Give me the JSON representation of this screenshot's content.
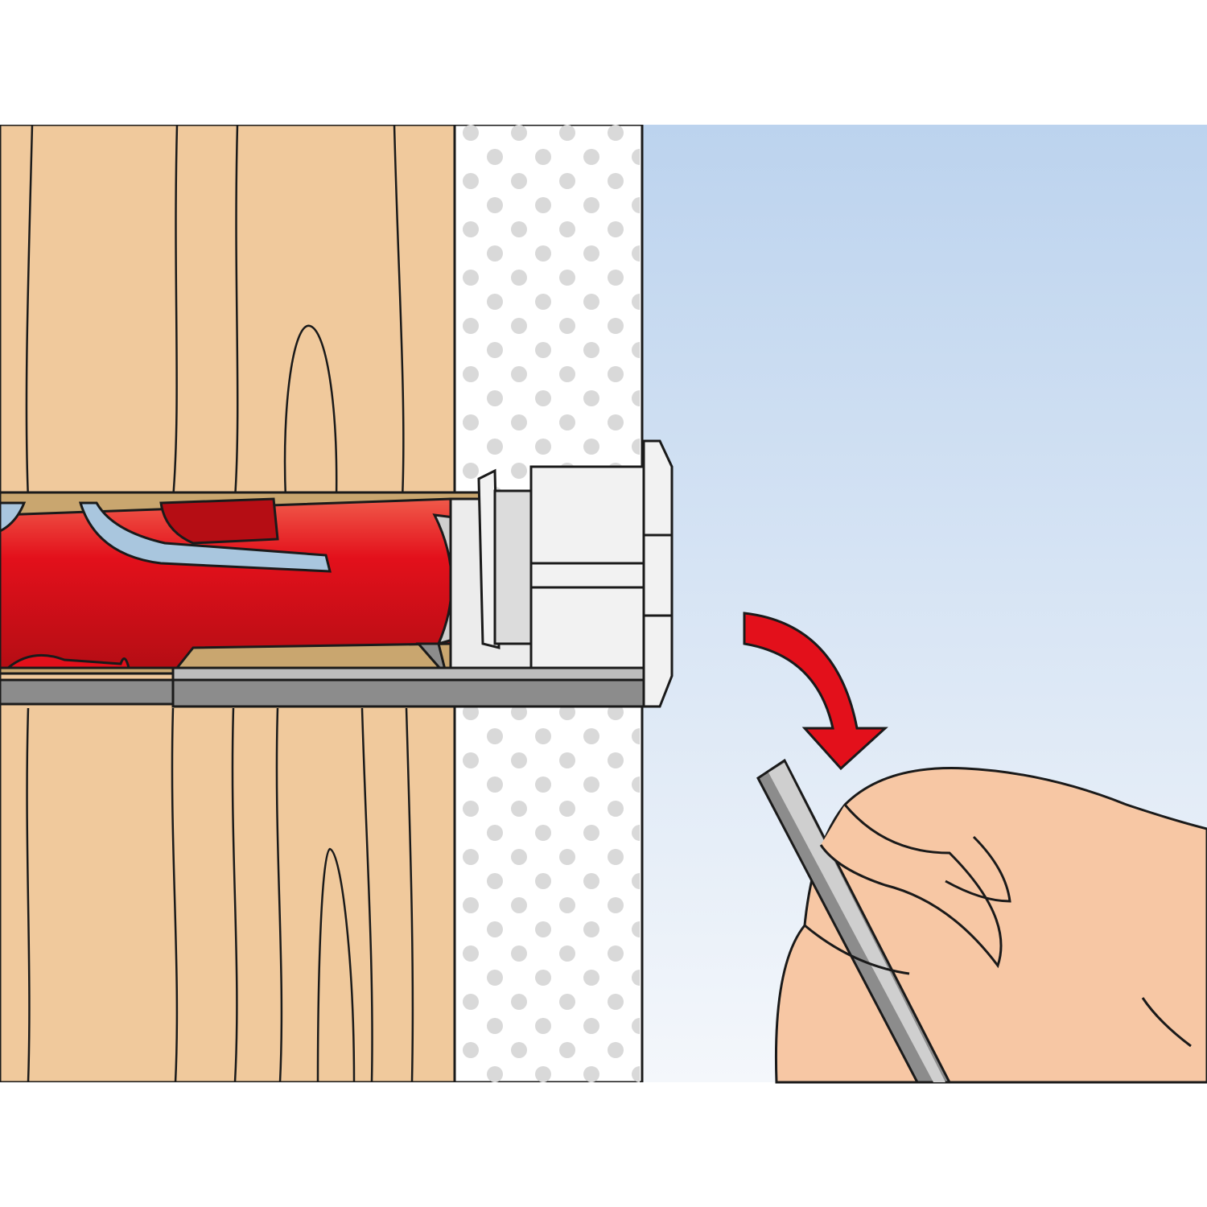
{
  "illustration": {
    "colors": {
      "background": "#ffffff",
      "wood": "#f0c99c",
      "plasterboard": "#ffffff",
      "plaster_dots": "#d9d9d9",
      "sky_top": "#bcd3ee",
      "sky_bottom": "#f4f7fb",
      "anchor_red": "#e3101b",
      "anchor_dark_red": "#b50d14",
      "metal_gray": "#8c8c8c",
      "screw_head": "#f2f2f2",
      "arrow_red": "#e3101b",
      "hand_skin": "#f7c7a4",
      "outline": "#1a1a1a"
    },
    "icons": [
      "wood-panel",
      "plasterboard-wall",
      "cavity-anchor",
      "screw-head",
      "rotate-arrow-icon",
      "hand-with-hex-key"
    ]
  }
}
